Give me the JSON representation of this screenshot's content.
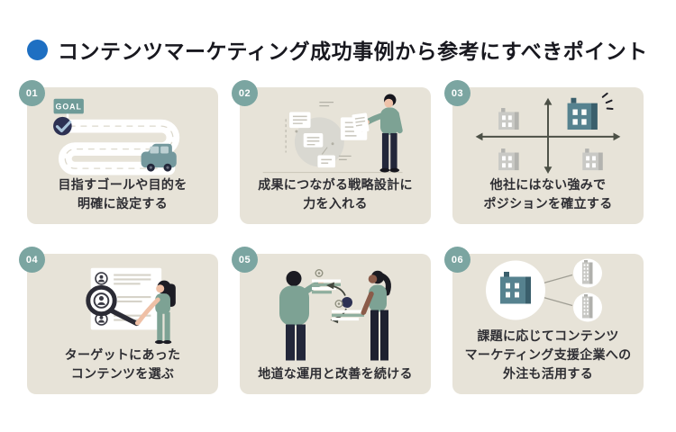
{
  "header": {
    "title": "コンテンツマーケティング成功事例から参考にすべきポイント",
    "bullet_icon": "blue-circle"
  },
  "palette": {
    "accent_blue": "#1e6fc2",
    "badge_teal": "#7ba5a1",
    "card_bg": "#e7e3d8",
    "title_color": "#18181f",
    "caption_color": "#2e2e33",
    "illus_green": "#7da294",
    "illus_navy": "#2d3153",
    "illus_teal": "#56828f"
  },
  "cards": [
    {
      "number": "01",
      "caption": "目指すゴールや目的を\n明確に設定する",
      "illustration": "goal-road",
      "goal_label": "GOAL"
    },
    {
      "number": "02",
      "caption": "成果につながる戦略設計に\n力を入れる",
      "illustration": "strategy-flowchart"
    },
    {
      "number": "03",
      "caption": "他社にはない強みで\nポジションを確立する",
      "illustration": "positioning-map"
    },
    {
      "number": "04",
      "caption": "ターゲットにあった\nコンテンツを選ぶ",
      "illustration": "target-content-search"
    },
    {
      "number": "05",
      "caption": "地道な運用と改善を続ける",
      "illustration": "continuous-improvement-cycle"
    },
    {
      "number": "06",
      "caption": "課題に応じてコンテンツ\nマーケティング支援企業への\n外注も活用する",
      "illustration": "outsourcing-network"
    }
  ]
}
